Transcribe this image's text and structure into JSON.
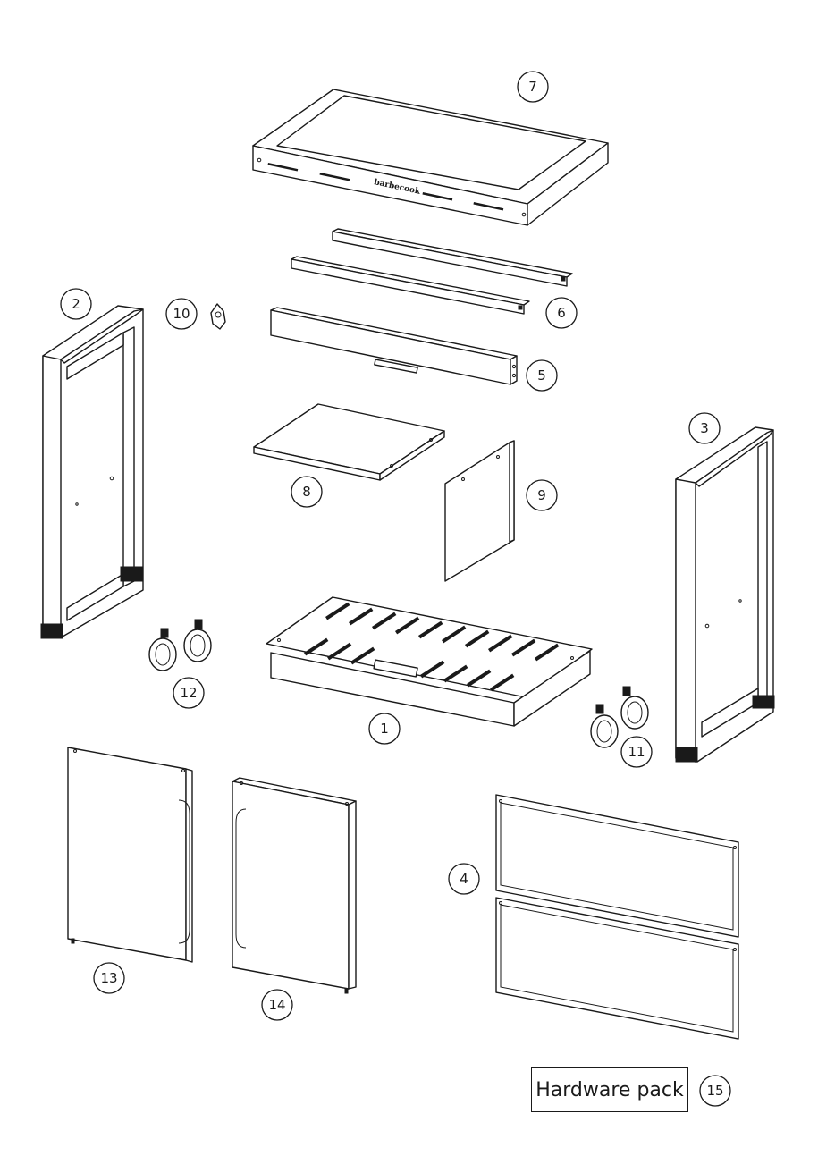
{
  "brand_logo": "barbecook",
  "hardware_pack_label": "Hardware pack",
  "callouts": {
    "c1": "1",
    "c2": "2",
    "c3": "3",
    "c4": "4",
    "c5": "5",
    "c6": "6",
    "c7": "7",
    "c8": "8",
    "c9": "9",
    "c10": "10",
    "c11": "11",
    "c12": "12",
    "c13": "13",
    "c14": "14",
    "c15": "15"
  }
}
